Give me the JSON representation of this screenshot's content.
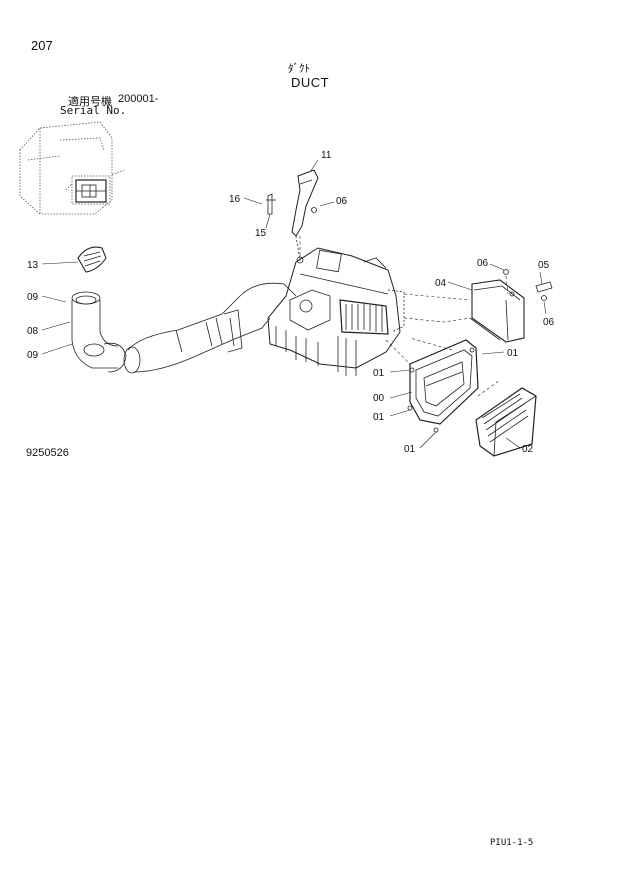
{
  "header": {
    "page_number": "207",
    "title_jp": "ﾀﾞｸﾄ",
    "title_en": "DUCT",
    "serial_label_jp": "適用号機",
    "serial_range": "200001-",
    "serial_label_en": "Serial No."
  },
  "figure": {
    "code": "9250526"
  },
  "footer": {
    "page_code": "PIU1-1-5"
  },
  "callouts": [
    "11",
    "16",
    "06",
    "15",
    "13",
    "09",
    "08",
    "09",
    "06",
    "05",
    "04",
    "06",
    "01",
    "01",
    "00",
    "01",
    "01",
    "02"
  ]
}
